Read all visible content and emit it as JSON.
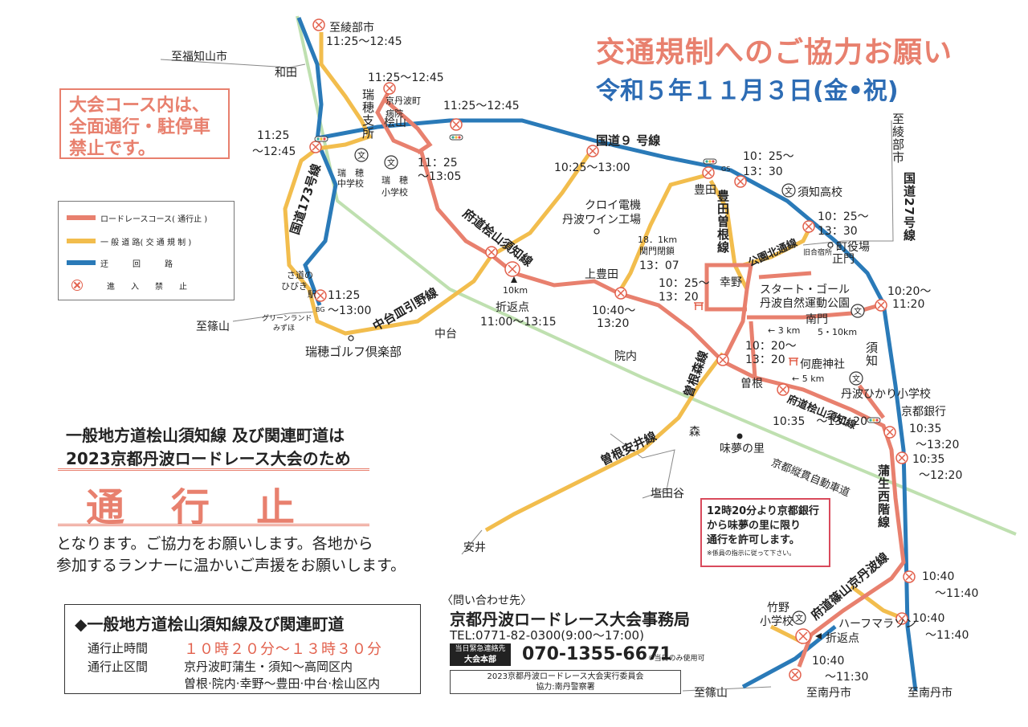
{
  "header": {
    "title": "交通規制へのご協力お願い",
    "date": "令和５年１１月３日(金•祝)"
  },
  "notice": {
    "lines": [
      "大会コース内は、",
      "全面通行・駐停車",
      "禁止です。"
    ]
  },
  "legend": {
    "items": [
      {
        "label": "ロードレースコース( 通行止 )",
        "color": "#e8806e"
      },
      {
        "label": "一 般 道 路( 交 通 規 制 )",
        "color": "#f2bd4d"
      },
      {
        "label": "迂　　　回　　　路",
        "color": "#2a7ab8"
      },
      {
        "label": "進　　入　　禁　　止",
        "icon": "no-entry-icon"
      }
    ]
  },
  "map": {
    "colors": {
      "course": "#e8806e",
      "general": "#f2bd4d",
      "detour": "#2a7ab8",
      "expressway": "#bfe0b0",
      "no_entry": "#e2604c"
    },
    "directions": {
      "fukuchiyama": "至福知山市",
      "ayabe_top": "至綾部市",
      "ayabe_right": "至綾部市",
      "sasayama_left": "至篠山",
      "sasayama_bottom": "至篠山",
      "minamitan_1": "至南丹市",
      "minamitan_2": "至南丹市"
    },
    "roads": {
      "r9": "国道９ 号線",
      "r173": "国道173号線",
      "r27": "国道27号線",
      "hiyama_suchi": "府道桧山須知線",
      "hiyama_suchi_2": "府道桧山須知線",
      "nakadai": "中台皿引野線",
      "toyota_sone": "豊田曽根線",
      "koen_kita": "公園北通線",
      "sone_mori": "曽根森線",
      "sone_yasui": "曽根安井線",
      "gamo": "蒲生西階線",
      "sasayama_kyotanba": "府道篠山京丹波線",
      "expressway": "京都縦貫自動車道"
    },
    "places": {
      "wada": "和田",
      "mizuho_branch": "瑞穂支所",
      "hospital": "京丹波町病院",
      "hiyama": "桧山",
      "mizuho_jhs_1": "瑞　穂",
      "mizuho_jhs_2": "中学校",
      "mizuho_es_1": "瑞　穂",
      "mizuho_es_2": "小学校",
      "kuroi": "クロイ電機",
      "winery": "丹波ワイン工場",
      "toyota": "豊田",
      "suchi_hs": "須知高校",
      "town_office": "町役場",
      "seimon": "正門",
      "kyuseisho": "旧合宿所",
      "kamitoyota": "上豊田",
      "koya": "幸野",
      "start_goal": "スタート・ゴール",
      "park": "丹波自然運動公園",
      "nanmon": "南門",
      "innai": "院内",
      "nakadai": "中台",
      "kaerojinja": "何鹿神社",
      "sone": "曽根",
      "suchi": "須知",
      "tanba_hikari": "丹波ひかり小学校",
      "kyoto_bank": "京都銀行",
      "mori": "森",
      "ajimu": "味夢の里",
      "shiodaya": "塩田谷",
      "yasui": "安井",
      "takeno_1": "竹野",
      "takeno_2": "小学校",
      "half_marathon": "ハーフマラソン",
      "turn_half": "折返点",
      "michi_station_1": "道の",
      "michi_station_2": "駅",
      "michi_station_3": "さ",
      "michi_station_4": "ひびき",
      "greenland_1": "グリーンランド",
      "greenland_2": "みずほ",
      "golf": "瑞穂ゴルフ倶楽部",
      "bg": "BG",
      "gs": "GS",
      "closure_1": "18．1km",
      "closure_2": "関門閉鎖",
      "closure_3": "13：07",
      "turn_10k_1": "10km",
      "turn_10k_2": "折返点",
      "turn_10k_3": "11:00〜13:15",
      "km3": "← 3 km",
      "km510": "5・10km",
      "km5": "← 5 km"
    },
    "times": {
      "t_ayabe": "11:25〜12:45",
      "t_hiyama": "11:25〜12:45",
      "t_hiyama_e": "11:25〜12:45",
      "t_wada_1": "11:25",
      "t_wada_2": "〜12:45",
      "t_mizuho_1": "11：25",
      "t_mizuho_2": "〜13:05",
      "t_r9": "10:25〜13:00",
      "t_toyota_1": "10：25〜",
      "t_toyota_2": "13：30",
      "t_park_ne_1": "10：25〜",
      "t_park_ne_2": "13：30",
      "t_michi_1": "11:25",
      "t_michi_2": "〜13:00",
      "t_kamitoyota_1": "10:40〜",
      "t_kamitoyota_2": "13:20",
      "t_koya_1": "10：25〜",
      "t_koya_2": "13：20",
      "t_sone_1": "10：20〜",
      "t_sone_2": "13：20",
      "t_east_1": "10:20〜",
      "t_east_2": "11:20",
      "t_hikari": "10:35　〜13：20",
      "t_bank_1": "10:35",
      "t_bank_2": "〜13:20",
      "t_bank_s_1": "10:35",
      "t_bank_s_2": "〜12:20",
      "t_s1_1": "10:40",
      "t_s1_2": "〜11:40",
      "t_s2_1": "10:40",
      "t_s2_2": "〜11:40",
      "t_s3_1": "10:40",
      "t_s3_2": "〜11:30"
    }
  },
  "info": {
    "line1": "一般地方道桧山須知線 及び関連町道は",
    "line2": "2023京都丹波ロードレース大会のため",
    "big": "通行止",
    "line3": "となります。ご協力をお願いします。各地から",
    "line4": "参加するランナーに温かいご声援をお願いします。"
  },
  "rule": {
    "title": "◆一般地方道桧山須知線及び関連町道",
    "time_label": "通行止時間",
    "time_value": "１０時２０分〜１３時３０分",
    "area_label": "通行止区間",
    "area_value_1": "京丹波町蒲生・須知〜高岡区内",
    "area_value_2": "曽根·院内·幸野〜豊田·中台·桧山区内"
  },
  "contact": {
    "heading": "〈問い合わせ先〉",
    "org": "京都丹波ロードレース大会事務局",
    "tel": "TEL:0771-82-0300(9:00〜17:00)",
    "emergency_label_1": "当日緊急連絡先",
    "emergency_label_2": "大会本部",
    "emergency_number": "070-1355-6671",
    "emergency_note": "※当日のみ使用可",
    "committee": "2023京都丹波ロードレース大会実行委員会",
    "cooperation": "協力:南丹警察署"
  },
  "permit": {
    "lines": [
      "12時20分より京都銀行",
      "から味夢の里に限り",
      "通行を許可します。"
    ],
    "note": "※係員の指示に従って下さい。"
  }
}
